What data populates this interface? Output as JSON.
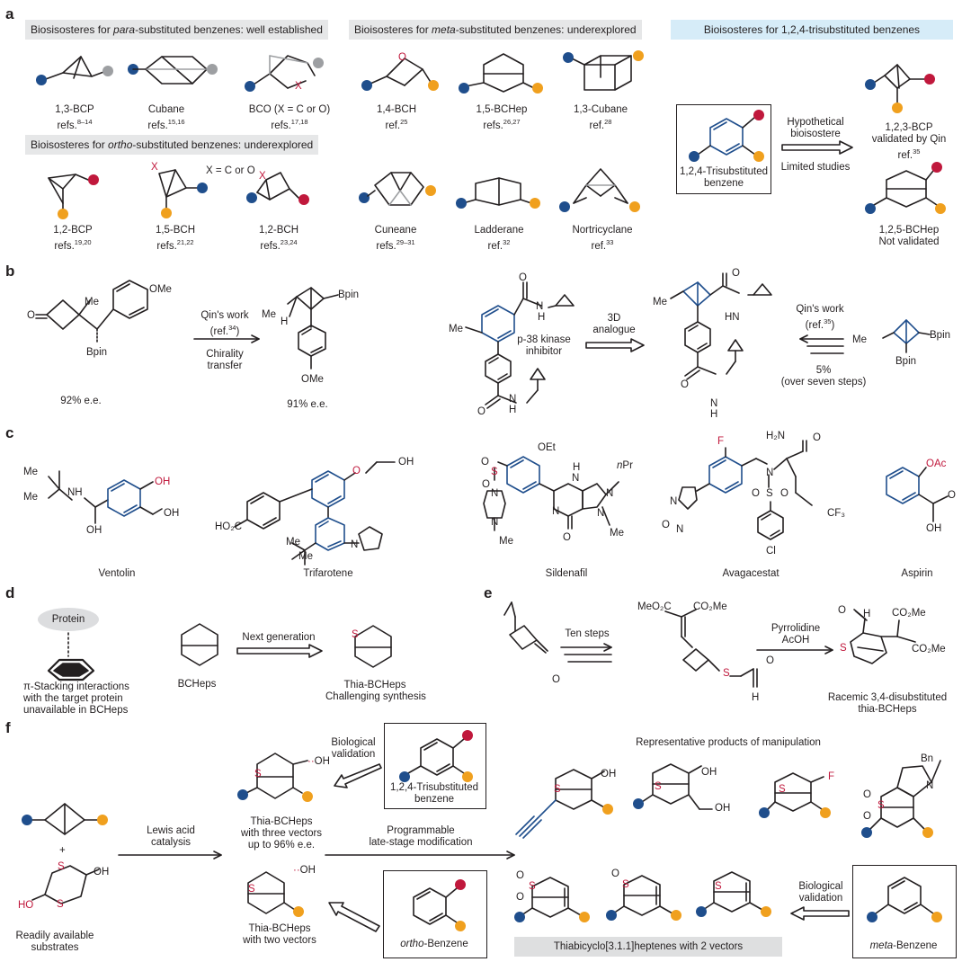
{
  "panels": {
    "a": "a",
    "b": "b",
    "c": "c",
    "d": "d",
    "e": "e",
    "f": "f"
  },
  "a": {
    "hdr_para": "Biosisosteres for para-substituted benzenes: well established",
    "hdr_para_pre": "Biosisosteres for ",
    "hdr_para_em": "para",
    "hdr_para_post": "-substituted benzenes: well established",
    "hdr_meta_pre": "Bioisosteres for ",
    "hdr_meta_em": "meta",
    "hdr_meta_post": "-substituted benzenes: underexplored",
    "hdr_ortho_pre": "Bioisosteres for ",
    "hdr_ortho_em": "ortho",
    "hdr_ortho_post": "-substituted benzenes: underexplored",
    "hdr_tri": "Bioisosteres for 1,2,4-trisubstituted benzenes",
    "items": [
      {
        "name": "1,3-BCP",
        "ref": "refs.",
        "sup": "8–14"
      },
      {
        "name": "Cubane",
        "ref": "refs.",
        "sup": "15,16"
      },
      {
        "name": "BCO (X = C or O)",
        "ref": "refs.",
        "sup": "17,18"
      },
      {
        "name": "1,4-BCH",
        "ref": "ref.",
        "sup": "25"
      },
      {
        "name": "1,5-BCHep",
        "ref": "refs.",
        "sup": "26,27"
      },
      {
        "name": "1,3-Cubane",
        "ref": "ref.",
        "sup": "28"
      },
      {
        "name": "1,2-BCP",
        "ref": "refs.",
        "sup": "19,20"
      },
      {
        "name": "1,5-BCH",
        "ref": "refs.",
        "sup": "21,22"
      },
      {
        "name": "1,2-BCH",
        "ref": "refs.",
        "sup": "23,24"
      },
      {
        "name": "Cuneane",
        "ref": "refs.",
        "sup": "29–31"
      },
      {
        "name": "Ladderane",
        "ref": "ref.",
        "sup": "32"
      },
      {
        "name": "Nortricyclane",
        "ref": "ref.",
        "sup": "33"
      }
    ],
    "x_label": "X = C or O",
    "tri_label1": "1,2,4-Trisubstituted",
    "tri_label2": "benzene",
    "hypo1": "Hypothetical",
    "hypo2": "bioisostere",
    "limited": "Limited studies",
    "bcp123_1": "1,2,3-BCP",
    "bcp123_2": "validated by Qin",
    "bcp123_3": "ref.",
    "bcp123_sup": "35",
    "bchep_1": "1,2,5-BCHep",
    "bchep_2": "Not validated",
    "atom_O": "O",
    "atom_X": "X"
  },
  "b": {
    "qin1": "Qin's work",
    "qin1_ref": "(ref.",
    "qin1_sup": "34",
    "chir1": "Chirality",
    "chir2": "transfer",
    "ee1": "92% e.e.",
    "ee2": "91% e.e.",
    "p38_1": "p-38 kinase",
    "p38_2": "inhibitor",
    "d3_1": "3D",
    "d3_2": "analogue",
    "qin2": "Qin's work",
    "qin2_ref": "(ref.",
    "qin2_sup": "35",
    "yield1": "5%",
    "yield2": "(over seven steps)",
    "Me": "Me",
    "OMe": "OMe",
    "Bpin": "Bpin",
    "H": "H",
    "O": "O",
    "N": "N",
    "HN": "HN",
    "NH_H": "H"
  },
  "c": {
    "drugs": [
      "Ventolin",
      "Trifarotene",
      "Sildenafil",
      "Avagacestat",
      "Aspirin"
    ],
    "labels": {
      "Me": "Me",
      "NH": "NH",
      "OH": "OH",
      "HO2C": "HO₂C",
      "O": "O",
      "OEt": "OEt",
      "nPr": "nPr",
      "S": "S",
      "N": "N",
      "F": "F",
      "H2N": "H₂N",
      "CF3": "CF₃",
      "Cl": "Cl",
      "OAc": "OAc",
      "H": "H"
    }
  },
  "d": {
    "protein": "Protein",
    "pi1": "π-Stacking interactions",
    "pi2": "with the target protein",
    "pi3": "unavailable in BCHeps",
    "bcheps": "BCHeps",
    "nextgen": "Next generation",
    "thia1": "Thia-BCHeps",
    "thia2": "Challenging synthesis",
    "S": "S"
  },
  "e": {
    "ten": "Ten steps",
    "pyr": "Pyrrolidine",
    "acoh": "AcOH",
    "rac1": "Racemic 3,4-disubstituted",
    "rac2": "thia-BCHeps",
    "MeO2C": "MeO₂C",
    "CO2Me": "CO₂Me",
    "O": "O",
    "S": "S",
    "H": "H"
  },
  "f": {
    "rep": "Representative products of manipulation",
    "bio1": "Biological",
    "bio2": "validation",
    "tri1": "1,2,4-Trisubstituted",
    "tri2": "benzene",
    "lewis1": "Lewis acid",
    "lewis2": "catalysis",
    "thia3_1": "Thia-BCHeps",
    "thia3_2": "with three vectors",
    "thia3_3": "up to 96% e.e.",
    "prog1": "Programmable",
    "prog2": "late-stage modification",
    "thia2_1": "Thia-BCHeps",
    "thia2_2": "with two vectors",
    "ortho_em": "ortho",
    "ortho_post": "-Benzene",
    "meta_em": "meta",
    "meta_post": "-Benzene",
    "thiabicyclo": "Thiabicyclo[3.1.1]heptenes with 2 vectors",
    "bio3": "Biological",
    "bio4": "validation",
    "ready1": "Readily available",
    "ready2": "substrates",
    "plus": "+",
    "S": "S",
    "OH": "OH",
    "HO": "HO",
    "F": "F",
    "N": "N",
    "Bn": "Bn",
    "O": "O"
  },
  "colors": {
    "blue": "#1f4e8c",
    "orange": "#f0a01e",
    "red": "#c0183c",
    "gray": "#9d9fa2",
    "header": "#e6e7e8",
    "header_blue": "#d6ecf8"
  }
}
